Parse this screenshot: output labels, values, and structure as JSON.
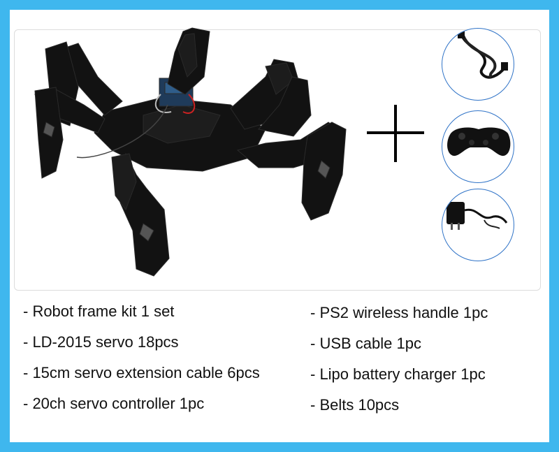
{
  "colors": {
    "frame": "#3fb7ee",
    "circle_border": "#2f73c7",
    "text": "#111111",
    "robot": "#111111"
  },
  "images": {
    "robot": "hexapod-robot-icon",
    "plus": "plus-icon",
    "cable": "usb-cable-icon",
    "gamepad": "ps2-gamepad-icon",
    "charger": "battery-charger-icon"
  },
  "left_items": [
    "- Robot frame kit 1 set",
    "- LD-2015 servo 18pcs",
    "- 15cm servo extension cable 6pcs",
    "- 20ch servo controller 1pc"
  ],
  "right_items": [
    "- PS2 wireless handle 1pc",
    "- USB cable 1pc",
    "- Lipo battery charger 1pc",
    "- Belts 10pcs"
  ]
}
